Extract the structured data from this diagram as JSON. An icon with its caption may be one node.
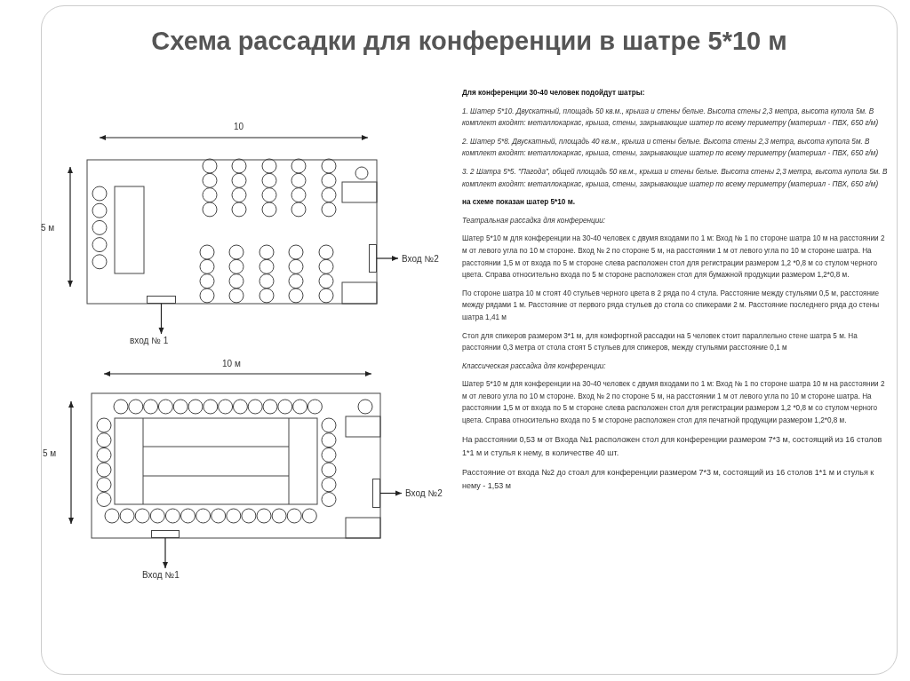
{
  "diagram": {
    "title": "Схема рассадки для конференции в шатре 5*10 м",
    "nodes": [
      {
        "text": [],
        "shape": "box"
      },
      {
        "text": [
          "вход № 1"
        ]
      },
      {
        "text": [],
        "shape": "box"
      },
      {
        "text": [
          "Вход №2"
        ]
      },
      {
        "text": [],
        "shape": "box"
      },
      {
        "text": [
          "Вход №1"
        ]
      },
      {
        "text": [],
        "shape": "box"
      },
      {
        "text": [
          "Вход №2"
        ]
      }
    ],
    "edges": [
      {
        "from": 0,
        "to": 1,
        "arrow": "to"
      },
      {
        "from": 2,
        "to": 3,
        "arrow": "to"
      },
      {
        "from": 4,
        "to": 5,
        "arrow": "to"
      },
      {
        "from": 6,
        "to": 7,
        "arrow": "to"
      }
    ],
    "labels": [
      "10",
      "5 м",
      "10 м",
      "5 м",
      "Для конференции 30-40 человек подойдут шатры:",
      "1. Шатер 5*10. Двускатный, площадь 50 кв.м., крыша и стены белые. Высота стены 2,3 метра, высота купола 5м. В комплект входят: металлокаркас, крыша, стены, закрывающие шатер по всему периметру (материал - ПВХ, 650 г/м)",
      "2. Шатер 5*8. Двускатный, площадь 40 кв.м., крыша и стены белые. Высота стены 2,3 метра, высота купола 5м. В комплект входят: металлокаркас, крыша, стены, закрывающие шатер по всему периметру (материал - ПВХ, 650 г/м)",
      "3. 2 Шатра 5*5. \"Пагода\", общей площадь 50 кв.м., крыша и стены белые. Высота стены 2,3 метра, высота купола 5м. В комплект входят: металлокаркас, крыша, стены, закрывающие шатер по всему периметру (материал - ПВХ, 650 г/м)",
      "на схеме показан шатер 5*10 м.",
      "Театральная рассадка для конференции:",
      "Шатер 5*10 м для конференции на 30-40 человек с двумя входами по 1 м: Вход № 1 по стороне шатра 10 м на расстоянии 2 м от левого угла по 10 м стороне. Вход № 2 по стороне 5 м, на расстоянии 1 м от левого угла по 10 м стороне шатра. На расстоянии 1,5 м от входа по 5 м стороне слева расположен стол для регистрации размером 1,2 *0,8 м со стулом черного цвета. Справа относительно входа по 5 м стороне расположен стол для бумажной продукции размером 1,2*0,8 м.",
      "По стороне шатра 10 м стоят 40 стульев черного цвета в 2 ряда по 4 стула. Расстояние между стульями 0,5 м, расстояние между рядами 1 м. Расстояние от первого ряда стульев до стола со спикерами 2 м. Расстояние последнего ряда до стены шатра 1,41 м",
      "Стол для спикеров размером 3*1 м, для комфортной рассадки на 5 человек стоит параллельно стене шатра 5 м. На расстоянии 0,3 метра от стола стоят 5 стульев для спикеров, между стульями расстояние 0,1 м",
      "Классическая рассадка для конференции:",
      "Шатер 5*10 м для конференции на 30-40 человек с двумя входами по 1 м: Вход № 1 по стороне шатра 10 м на расстоянии 2 м от левого угла по 10 м стороне. Вход № 2 по стороне 5 м, на расстоянии 1 м от левого угла по 10 м стороне шатра. На расстоянии 1,5 м от входа по 5 м стороне слева расположен стол для регистрации размером 1,2 *0,8 м со стулом черного цвета. Справа относительно входа по 5 м стороне расположен стол для печатной продукции размером 1,2*0,8 м.",
      "На расстоянии 0,53 м от Входа №1 расположен стол для конференции размером 7*3 м, состоящий из 16 столов 1*1 м и стулья к нему, в количестве 40 шт.",
      "Расстояние от входа №2 до стоал для конференции размером 7*3 м, состоящий из 16 столов 1*1 м и стулья к нему - 1,53 м"
    ]
  }
}
